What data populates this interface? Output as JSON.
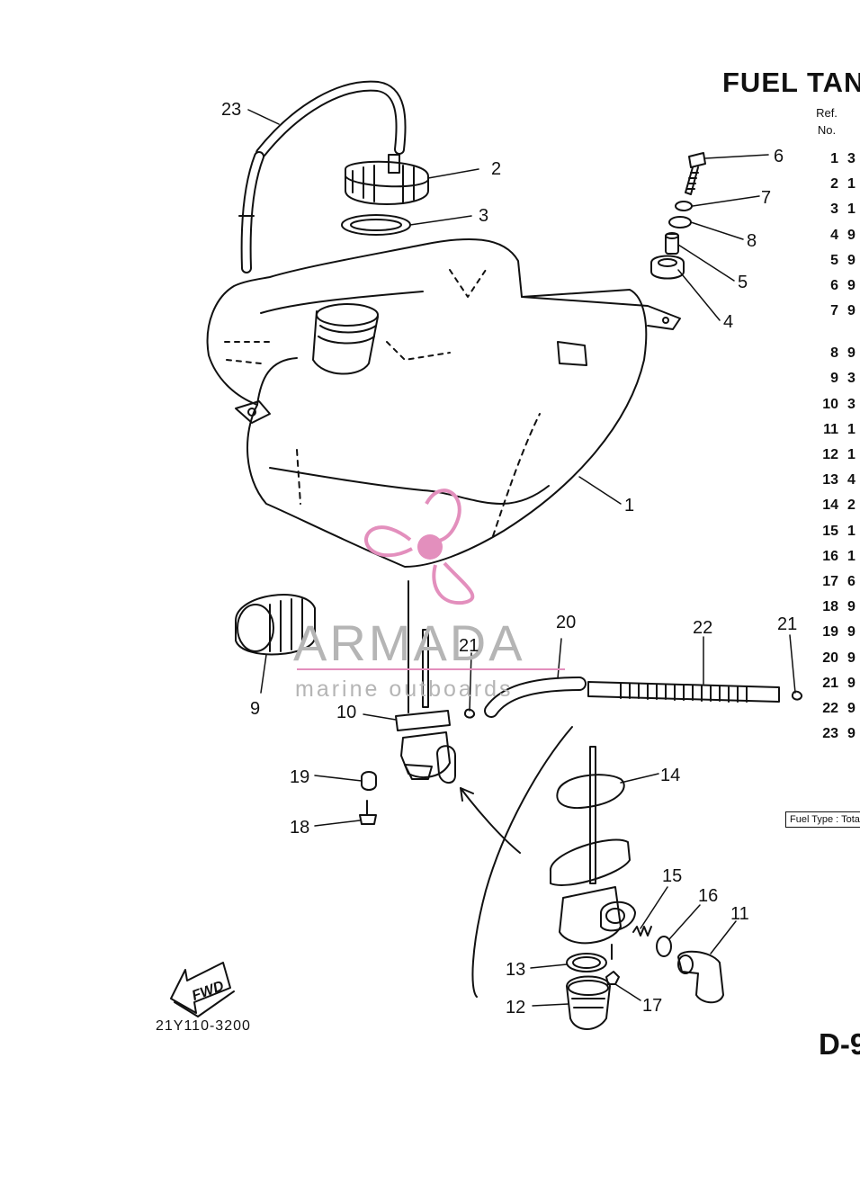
{
  "page": {
    "title": "FUEL TAN",
    "ref_header": [
      "Ref.",
      "No."
    ],
    "ref_rows": [
      {
        "ref": "1",
        "code": "3"
      },
      {
        "ref": "2",
        "code": "1"
      },
      {
        "ref": "3",
        "code": "1"
      },
      {
        "ref": "4",
        "code": "9"
      },
      {
        "ref": "5",
        "code": "9"
      },
      {
        "ref": "6",
        "code": "9"
      },
      {
        "ref": "7",
        "code": "9"
      },
      {
        "ref": "8",
        "code": "9"
      },
      {
        "ref": "9",
        "code": "3"
      },
      {
        "ref": "10",
        "code": "3"
      },
      {
        "ref": "11",
        "code": "1"
      },
      {
        "ref": "12",
        "code": "1"
      },
      {
        "ref": "13",
        "code": "4"
      },
      {
        "ref": "14",
        "code": "2"
      },
      {
        "ref": "15",
        "code": "1"
      },
      {
        "ref": "16",
        "code": "1"
      },
      {
        "ref": "17",
        "code": "6"
      },
      {
        "ref": "18",
        "code": "9"
      },
      {
        "ref": "19",
        "code": "9"
      },
      {
        "ref": "20",
        "code": "9"
      },
      {
        "ref": "21",
        "code": "9"
      },
      {
        "ref": "22",
        "code": "9"
      },
      {
        "ref": "23",
        "code": "9"
      }
    ],
    "fuel_type_label": "Fuel Type : Tota",
    "page_code": "D-9",
    "drawing_number": "21Y110-3200",
    "fwd_label": "FWD"
  },
  "callouts": [
    {
      "key": "c23",
      "label": "23"
    },
    {
      "key": "c2",
      "label": "2"
    },
    {
      "key": "c3",
      "label": "3"
    },
    {
      "key": "c6",
      "label": "6"
    },
    {
      "key": "c7",
      "label": "7"
    },
    {
      "key": "c8",
      "label": "8"
    },
    {
      "key": "c5",
      "label": "5"
    },
    {
      "key": "c4",
      "label": "4"
    },
    {
      "key": "c1",
      "label": "1"
    },
    {
      "key": "c9",
      "label": "9"
    },
    {
      "key": "c10",
      "label": "10"
    },
    {
      "key": "c21a",
      "label": "21"
    },
    {
      "key": "c20",
      "label": "20"
    },
    {
      "key": "c22",
      "label": "22"
    },
    {
      "key": "c21b",
      "label": "21"
    },
    {
      "key": "c19",
      "label": "19"
    },
    {
      "key": "c18",
      "label": "18"
    },
    {
      "key": "c14",
      "label": "14"
    },
    {
      "key": "c15",
      "label": "15"
    },
    {
      "key": "c16",
      "label": "16"
    },
    {
      "key": "c11",
      "label": "11"
    },
    {
      "key": "c13",
      "label": "13"
    },
    {
      "key": "c12",
      "label": "12"
    },
    {
      "key": "c17",
      "label": "17"
    }
  ],
  "watermark": {
    "brand": "ARMADA",
    "tagline": "marine outboards",
    "accent_color": "#e38fbd",
    "text_color": "#b5b5b5"
  },
  "colors": {
    "ink": "#111111",
    "background": "#ffffff"
  }
}
